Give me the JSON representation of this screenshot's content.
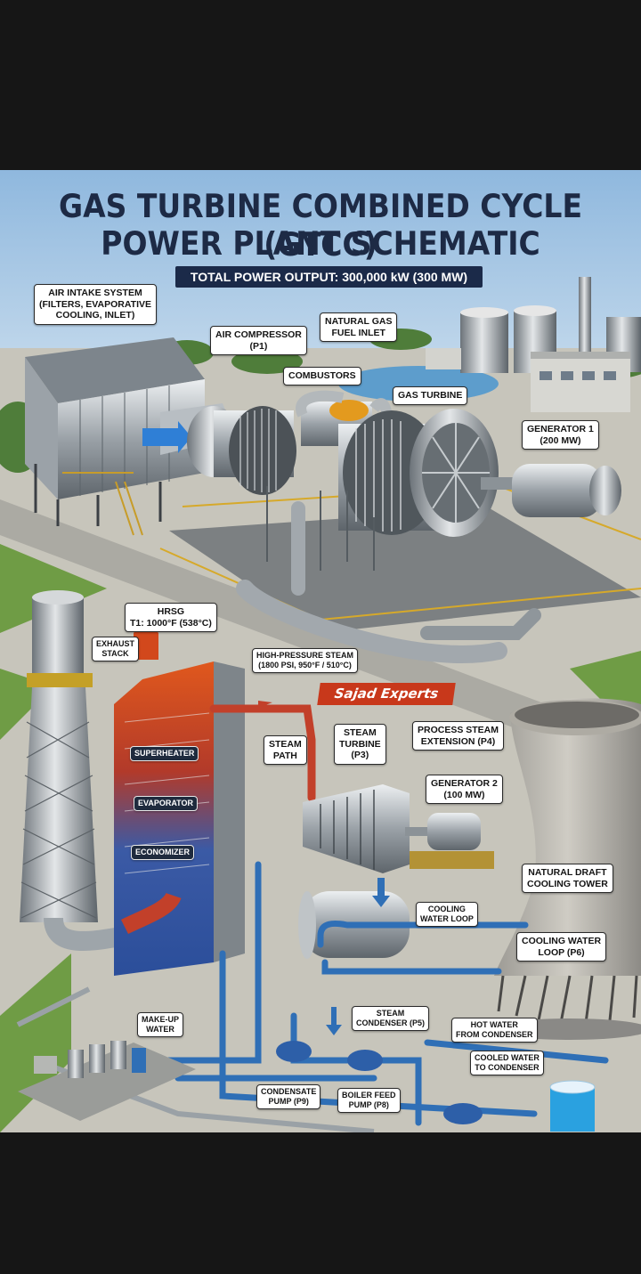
{
  "title": {
    "line1": "GAS TURBINE COMBINED CYCLE (GTCC)",
    "line2": "POWER PLANT SCHEMATIC"
  },
  "banner": "TOTAL POWER OUTPUT: 300,000 kW (300 MW)",
  "brand": "Sajad Experts",
  "colors": {
    "sky": "#a9cbe6",
    "ground": "#c9c7bd",
    "title": "#1d2a45",
    "steam_pipe": "#c2402a",
    "water_pipe": "#2f6fb6",
    "hrsg_top": "#d9541f",
    "brand": "#c8381b"
  },
  "labels": {
    "air_intake": "AIR INTAKE SYSTEM\n(FILTERS, EVAPORATIVE\nCOOLING, INLET)",
    "air_compressor": "AIR COMPRESSOR\n(P1)",
    "natural_gas": "NATURAL GAS\nFUEL INLET",
    "combustors": "COMBUSTORS",
    "gas_turbine": "GAS TURBINE",
    "generator1": "GENERATOR 1\n(200 MW)",
    "hrsg": "HRSG\nT1: 1000°F (538°C)",
    "exhaust_stack": "EXHAUST\nSTACK",
    "hp_steam": "HIGH-PRESSURE STEAM\n(1800 PSI, 950°F / 510°C)",
    "steam_path": "STEAM\nPATH",
    "steam_turbine": "STEAM\nTURBINE\n(P3)",
    "process_steam": "PROCESS STEAM\nEXTENSION (P4)",
    "generator2": "GENERATOR 2\n(100 MW)",
    "superheater": "SUPERHEATER",
    "evaporator": "EVAPORATOR",
    "economizer": "ECONOMIZER",
    "cooling_tower": "NATURAL DRAFT\nCOOLING TOWER",
    "cooling_loop": "COOLING\nWATER LOOP",
    "cooling_loop_p6": "COOLING WATER\nLOOP (P6)",
    "makeup_water": "MAKE-UP\nWATER",
    "steam_condenser": "STEAM\nCONDENSER (P5)",
    "hot_water": "HOT WATER\nFROM CONDENSER",
    "cooled_water": "COOLED WATER\nTO CONDENSER",
    "condensate_pump": "CONDENSATE\nPUMP (P9)",
    "boiler_feed_pump": "BOILER FEED\nPUMP (P8)"
  }
}
